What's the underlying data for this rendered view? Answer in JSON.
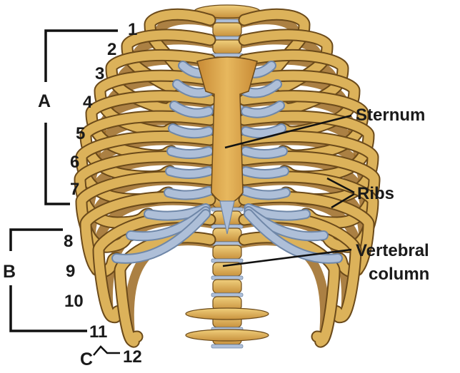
{
  "diagram": {
    "rib_numbers": [
      "1",
      "2",
      "3",
      "4",
      "5",
      "6",
      "7",
      "8",
      "9",
      "10",
      "11",
      "12"
    ],
    "groups": {
      "a": "A",
      "b": "B",
      "c": "C"
    },
    "parts": {
      "sternum": "Sternum",
      "ribs": "Ribs",
      "vertebral_line1": "Vertebral",
      "vertebral_line2": "column"
    },
    "colors": {
      "bone": "#dcb25a",
      "bone_dark": "#9c6a22",
      "cartilage": "#aebfd8",
      "outline": "#6b4a1a",
      "line": "#111111"
    }
  }
}
